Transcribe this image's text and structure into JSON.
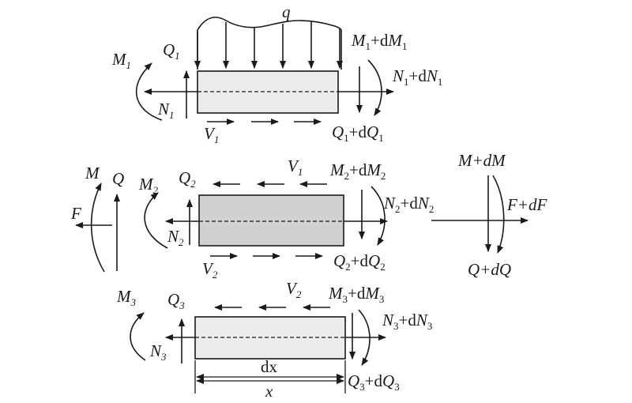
{
  "diagram": {
    "load_label": "q",
    "top": {
      "M": "M",
      "M_sub": "1",
      "Q": "Q",
      "Q_sub": "1",
      "N": "N",
      "N_sub": "1",
      "V": "V",
      "V_sub": "1",
      "M_inc_a": "M",
      "M_inc_sub": "1",
      "M_inc_mid": "+d",
      "M_inc_b": "M",
      "M_inc_sub2": "1",
      "N_inc_a": "N",
      "N_inc_sub": "1",
      "N_inc_mid": "+d",
      "N_inc_b": "N",
      "N_inc_sub2": "1",
      "Q_inc_a": "Q",
      "Q_inc_sub": "1",
      "Q_inc_mid": "+d",
      "Q_inc_b": "Q",
      "Q_inc_sub2": "1"
    },
    "middle": {
      "M": "M",
      "M_sub": "2",
      "Q": "Q",
      "Q_sub": "2",
      "N": "N",
      "N_sub": "2",
      "V_top": "V",
      "V_top_sub": "1",
      "V_bot": "V",
      "V_bot_sub": "2",
      "M_inc_a": "M",
      "M_inc_sub": "2",
      "M_inc_mid": "+d",
      "M_inc_b": "M",
      "M_inc_sub2": "2",
      "N_inc_a": "N",
      "N_inc_sub": "2",
      "N_inc_mid": "+d",
      "N_inc_b": "N",
      "N_inc_sub2": "2",
      "Q_inc_a": "Q",
      "Q_inc_sub": "2",
      "Q_inc_mid": "+d",
      "Q_inc_b": "Q",
      "Q_inc_sub2": "2"
    },
    "bottom": {
      "M": "M",
      "M_sub": "3",
      "Q": "Q",
      "Q_sub": "3",
      "N": "N",
      "N_sub": "3",
      "V": "V",
      "V_sub": "2",
      "M_inc_a": "M",
      "M_inc_sub": "3",
      "M_inc_mid": "+d",
      "M_inc_b": "M",
      "M_inc_sub2": "3",
      "N_inc_a": "N",
      "N_inc_sub": "3",
      "N_inc_mid": "+d",
      "N_inc_b": "N",
      "N_inc_sub2": "3",
      "Q_inc_a": "Q",
      "Q_inc_sub": "3",
      "Q_inc_mid": "+d",
      "Q_inc_b": "Q",
      "Q_inc_sub2": "3",
      "dx_label": "dx",
      "x_label": "x"
    },
    "left_section": {
      "M": "M",
      "Q": "Q",
      "F": "F"
    },
    "right_section": {
      "M_inc": "M+dM",
      "F_inc": "F+dF",
      "Q_inc": "Q+dQ"
    }
  }
}
